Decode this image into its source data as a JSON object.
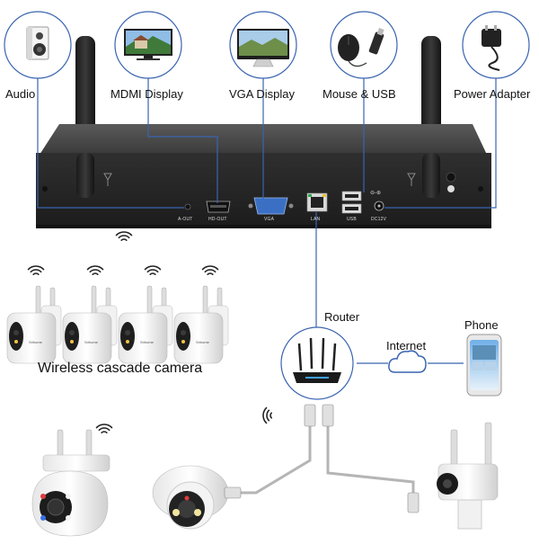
{
  "device_labels": {
    "audio": "Audio",
    "hdmi": "MDMI Display",
    "vga": "VGA Display",
    "mouse_usb": "Mouse & USB",
    "power": "Power Adapter"
  },
  "port_labels": {
    "aout": "A-OUT",
    "hdout": "HD-OUT",
    "vga": "VGA",
    "lan": "LAN",
    "usb": "USB",
    "dc": "DC12V"
  },
  "network_labels": {
    "router": "Router",
    "internet": "Internet",
    "phone": "Phone"
  },
  "camera_caption": "Wireless cascade camera",
  "brand_mark": "Srihome",
  "colors": {
    "line": "#3a64b0",
    "nvr_body": "#2b2b2b",
    "cable_gray": "#9a9a9a",
    "cloud": "#3a64b0"
  }
}
